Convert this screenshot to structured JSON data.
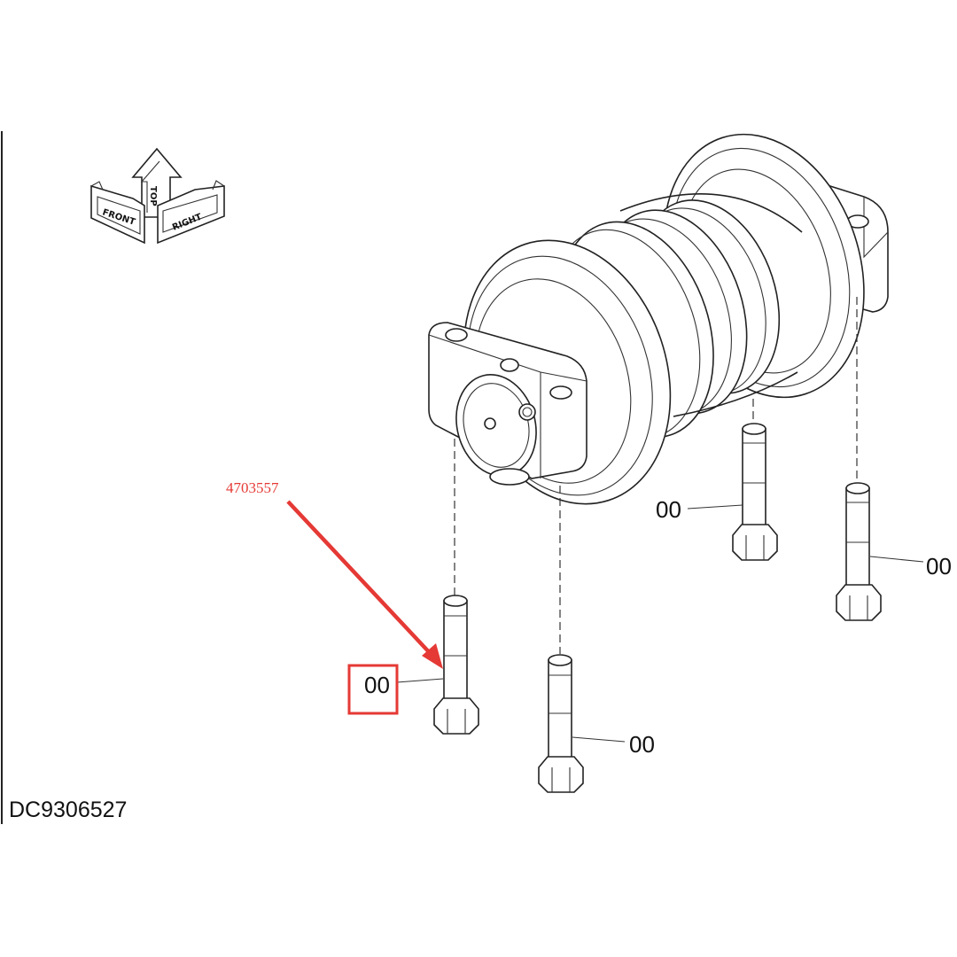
{
  "orientation": {
    "front_label": "FRONT",
    "top_label": "TOP",
    "right_label": "RIGHT"
  },
  "part_number": "4703557",
  "callouts": {
    "highlighted": "00",
    "bolt_center": "00",
    "bolt_rear_left": "00",
    "bolt_rear_right": "00"
  },
  "drawing_code": "DC9306527",
  "colors": {
    "annotation_red": "#e53935",
    "line_black": "#222222"
  }
}
